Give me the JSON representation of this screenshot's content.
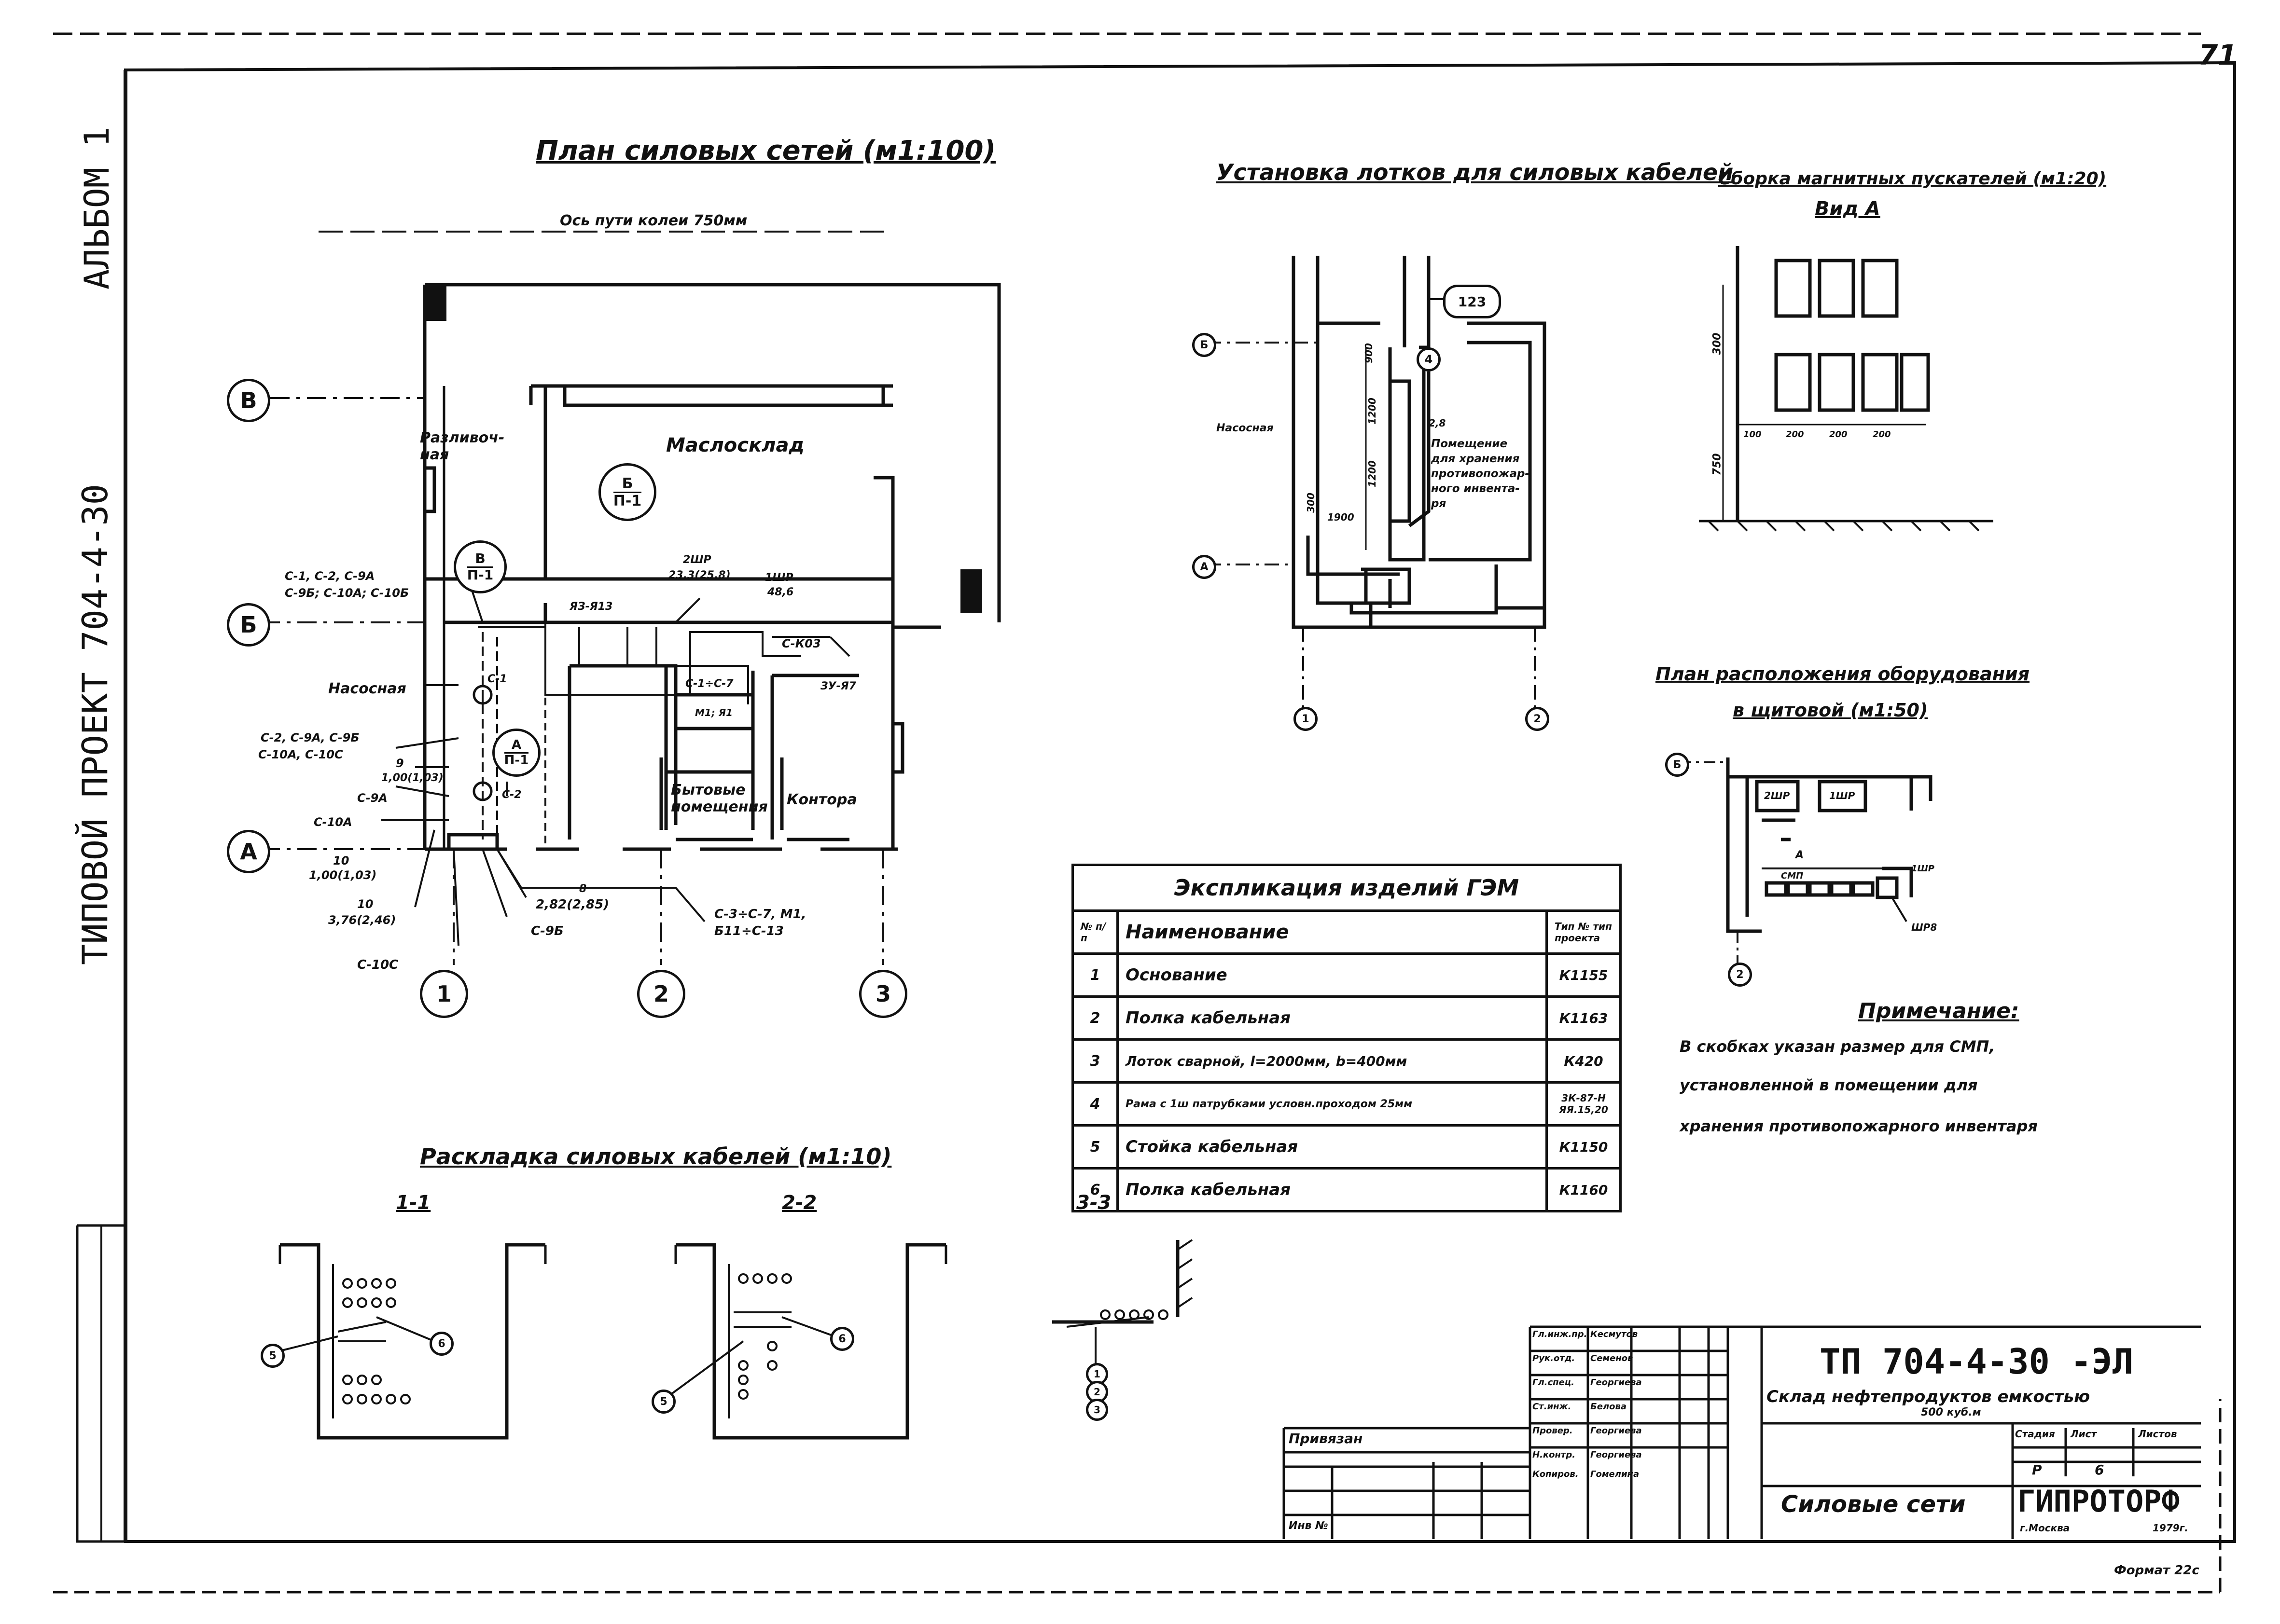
{
  "sheet_number": "71",
  "side": {
    "album": "АЛЬБОМ 1",
    "project": "ТИПОВОЙ ПРОЕКТ 704-4-30"
  },
  "plan": {
    "title": "План силовых сетей (м1:100)",
    "axis_note": "Ось пути колеи 750мм",
    "axes_letters": [
      "В",
      "Б",
      "А"
    ],
    "axes_numbers": [
      "1",
      "2",
      "3"
    ],
    "rooms": {
      "razliv": "Разливоч-ная",
      "maslosklad": "Маслосклад",
      "nasosnaya": "Насосная",
      "bytovye": "Бытовые помещения",
      "kontora": "Контора"
    },
    "section_marks": [
      {
        "top": "Б",
        "bottom": "П-1"
      },
      {
        "top": "В",
        "bottom": "П-1"
      },
      {
        "top": "А",
        "bottom": "П-1"
      }
    ],
    "labels": {
      "l1": "С-1, С-2, С-9А",
      "l2": "С-9Б; С-10А; С-10Б",
      "l3": "С-2, С-9А, С-9Б",
      "l4": "С-10А, С-10С",
      "l5": "9",
      "l6": "1,00(1,03)",
      "l7": "С-9А",
      "l8": "С-10А",
      "l9": "10",
      "l10": "1,00(1,03)",
      "l11": "10",
      "l12": "3,76(2,46)",
      "l13": "С-10С",
      "l14": "С-9Б",
      "l15": "8",
      "l16": "2,82(2,85)",
      "l17": "С-3÷С-7, М1,",
      "l18": "Б11÷С-13",
      "l19": "ЯЗ-Я13",
      "l20": "2ШР",
      "l21": "23,3(25,8)",
      "l22": "1ШР",
      "l23": "48,6",
      "l24": "С-К03",
      "l25": "ЗУ-Я7",
      "l26": "С-1÷С-7",
      "l27": "М1; Я1",
      "l28": "С-1",
      "l29": "С-2"
    }
  },
  "trays": {
    "title": "Установка лотков для силовых кабелей",
    "callout": "123",
    "mark4": "4",
    "room_label": "Насосная",
    "room_note": "Помещение для хранения противопожар-ного инвента-ря",
    "dims": [
      "900",
      "1200",
      "1200",
      "300",
      "1900",
      "2,8"
    ],
    "axes": [
      "Б",
      "А",
      "1",
      "2"
    ]
  },
  "magnetic": {
    "title": "Сборка магнитных пускателей (м1:20)",
    "view": "Вид А",
    "dims": [
      "300",
      "750",
      "100",
      "200",
      "200",
      "200"
    ]
  },
  "equipment": {
    "title1": "План расположения оборудования",
    "title2": "в щитовой (м1:50)",
    "labels": [
      "2ШР",
      "1ШР",
      "А",
      "СМП",
      "1ШР",
      "ШР8"
    ],
    "axes": [
      "Б",
      "2"
    ]
  },
  "note": {
    "title": "Примечание:",
    "lines": [
      "В скобках указан размер для СМП,",
      "установленной в помещении для",
      "хранения противопожарного инвентаря"
    ]
  },
  "explication": {
    "title": "Экспликация изделий ГЭМ",
    "headers": [
      "№ п/п",
      "Наименование",
      "Тип № тип проекта"
    ],
    "rows": [
      {
        "n": "1",
        "name": "Основание",
        "type": "К1155"
      },
      {
        "n": "2",
        "name": "Полка кабельная",
        "type": "К1163"
      },
      {
        "n": "3",
        "name": "Лоток сварной, l=2000мм, b=400мм",
        "type": "К420"
      },
      {
        "n": "4",
        "name": "Рама с 1ш патрубками условн.проходом 25мм",
        "type": "3К-87-Н ЯЯ.15,20"
      },
      {
        "n": "5",
        "name": "Стойка кабельная",
        "type": "К1150"
      },
      {
        "n": "6",
        "name": "Полка кабельная",
        "type": "К1160"
      }
    ]
  },
  "layout": {
    "title": "Раскладка силовых кабелей (м1:10)",
    "sections": [
      "1-1",
      "2-2",
      "3-3"
    ],
    "callouts": [
      "5",
      "6",
      "5",
      "6",
      "1",
      "2",
      "3"
    ]
  },
  "stamp": {
    "code": "ТП 704-4-30 -ЭЛ",
    "name": "Склад нефтепродуктов емкостью",
    "capacity": "500 куб.м",
    "sheet_title": "Силовые сети",
    "org": "ГИПРОТОРФ",
    "city": "г.Москва",
    "year": "1979г.",
    "privyazan": "Привязан",
    "inv": "Инв №",
    "stage_h": "Стадия",
    "list_h": "Лист",
    "lists_h": "Листов",
    "stage": "Р",
    "list": "6",
    "roles": [
      "Гл.инж.пр.",
      "Рук.отд.",
      "Гл.спец.",
      "Ст.инж.",
      "Провер.",
      "Н.контр.",
      "Копиров."
    ],
    "people": [
      "Кесмутов",
      "Семенов",
      "Георгиева",
      "Белова",
      "Георгиева",
      "Георгиева",
      "Гомелина"
    ],
    "format": "Формат 22с"
  }
}
